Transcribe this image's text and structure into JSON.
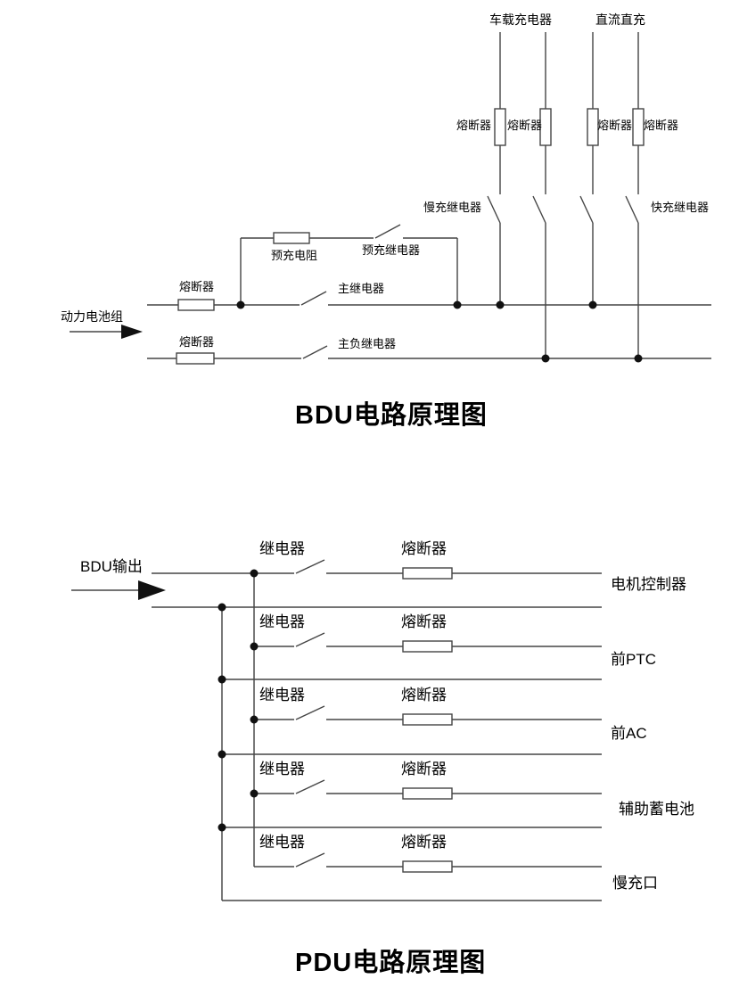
{
  "colors": {
    "line": "#454545",
    "text": "#000000",
    "background": "#ffffff"
  },
  "bdu": {
    "title": "BDU电路原理图",
    "source_label": "动力电池组",
    "top_terminals": [
      {
        "label": "车载充电器"
      },
      {
        "label": "直流直充"
      }
    ],
    "vertical_fuses": [
      "熔断器",
      "熔断器",
      "熔断器",
      "熔断器"
    ],
    "labels": {
      "positive_fuse": "熔断器",
      "negative_fuse": "熔断器",
      "main_relay": "主继电器",
      "main_negative_relay": "主负继电器",
      "precharge_resistor": "预充电阻",
      "precharge_relay": "预充继电器",
      "slow_charge_relay": "慢充继电器",
      "fast_charge_relay": "快充继电器"
    }
  },
  "pdu": {
    "title": "PDU电路原理图",
    "source_label": "BDU输出",
    "rows": [
      {
        "relay": "继电器",
        "fuse": "熔断器",
        "load": "电机控制器"
      },
      {
        "relay": "继电器",
        "fuse": "熔断器",
        "load": "前PTC"
      },
      {
        "relay": "继电器",
        "fuse": "熔断器",
        "load": "前AC"
      },
      {
        "relay": "继电器",
        "fuse": "熔断器",
        "load": "辅助蓄电池"
      },
      {
        "relay": "继电器",
        "fuse": "熔断器",
        "load": "慢充口"
      }
    ]
  }
}
